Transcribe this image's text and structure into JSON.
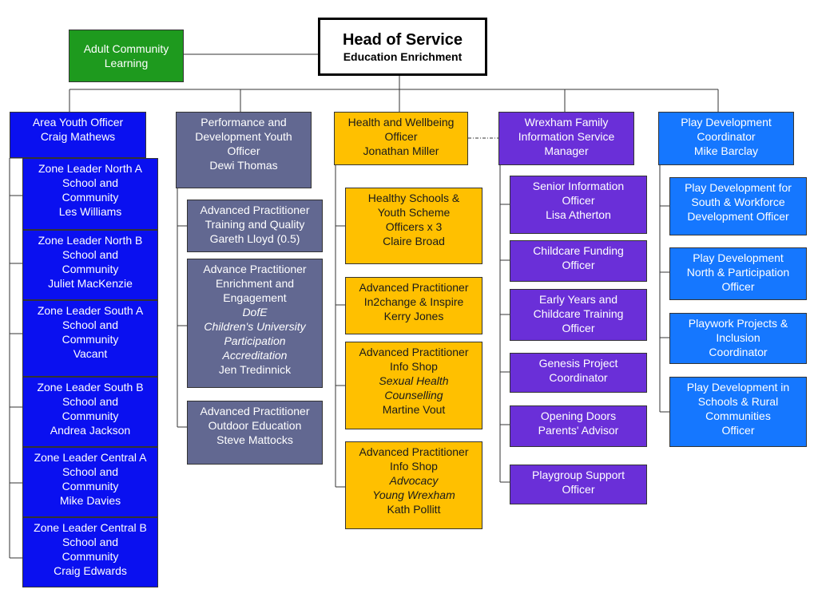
{
  "head": {
    "title": "Head of Service",
    "subtitle": "Education Enrichment"
  },
  "adult": {
    "line1": "Adult Community",
    "line2": "Learning"
  },
  "col1": {
    "header": [
      "Area Youth Officer",
      "Craig Mathews"
    ],
    "zones": [
      [
        "Zone Leader North A",
        "School and",
        "Community",
        "Les Williams"
      ],
      [
        "Zone Leader North B",
        "School and",
        "Community",
        "Juliet MacKenzie"
      ],
      [
        "Zone Leader South A",
        "School and",
        "Community",
        "Vacant"
      ],
      [
        "Zone Leader South  B",
        "School and",
        "Community",
        "Andrea Jackson"
      ],
      [
        "Zone Leader Central A",
        "School and",
        "Community",
        "Mike Davies"
      ],
      [
        "Zone Leader Central B",
        "School and",
        "Community",
        "Craig Edwards"
      ]
    ]
  },
  "col2": {
    "header": [
      "Performance and",
      "Development  Youth",
      "Officer",
      "Dewi Thomas"
    ],
    "b1": [
      "Advanced Practitioner",
      "Training and Quality",
      "Gareth Lloyd (0.5)"
    ],
    "b2": [
      "Advance Practitioner",
      "Enrichment and",
      "Engagement",
      "DofE",
      "Children's University",
      "Participation",
      "Accreditation",
      "Jen Tredinnick"
    ],
    "b3": [
      "Advanced Practitioner",
      "Outdoor Education",
      "Steve Mattocks"
    ]
  },
  "col3": {
    "header": [
      "Health and Wellbeing",
      "Officer",
      "Jonathan Miller"
    ],
    "b1": [
      "Healthy Schools  &",
      "Youth Scheme",
      "Officers x 3",
      "Claire Broad"
    ],
    "b2": [
      "Advanced Practitioner",
      "In2change & Inspire",
      "Kerry Jones"
    ],
    "b3": [
      "Advanced Practitioner",
      "Info Shop",
      "Sexual Health",
      "Counselling",
      "Martine Vout"
    ],
    "b4": [
      "Advanced Practitioner",
      "Info Shop",
      "Advocacy",
      "Young Wrexham",
      "Kath Pollitt"
    ]
  },
  "col4": {
    "header": [
      "Wrexham Family",
      "Information Service",
      "Manager"
    ],
    "b1": [
      "Senior Information",
      "Officer",
      "Lisa Atherton"
    ],
    "b2": [
      "Childcare Funding",
      "Officer"
    ],
    "b3": [
      "Early Years and",
      "Childcare Training",
      "Officer"
    ],
    "b4": [
      "Genesis Project",
      "Coordinator"
    ],
    "b5": [
      "Opening Doors",
      "Parents' Advisor"
    ],
    "b6": [
      "Playgroup Support",
      "Officer"
    ]
  },
  "col5": {
    "header": [
      "Play Development",
      "Coordinator",
      "Mike Barclay"
    ],
    "b1": [
      "Play Development for",
      "South & Workforce",
      "Development Officer"
    ],
    "b2": [
      "Play Development",
      "North & Participation",
      "Officer"
    ],
    "b3": [
      "Playwork Projects &",
      "Inclusion",
      "Coordinator"
    ],
    "b4": [
      "Play Development in",
      "Schools & Rural",
      "Communities",
      "Officer"
    ]
  },
  "colors": {
    "green": "#1e9a1e",
    "blue": "#0a10f0",
    "gray": "#626891",
    "gold": "#ffc000",
    "purple": "#6a2fd8",
    "lightblue": "#1577ff"
  }
}
